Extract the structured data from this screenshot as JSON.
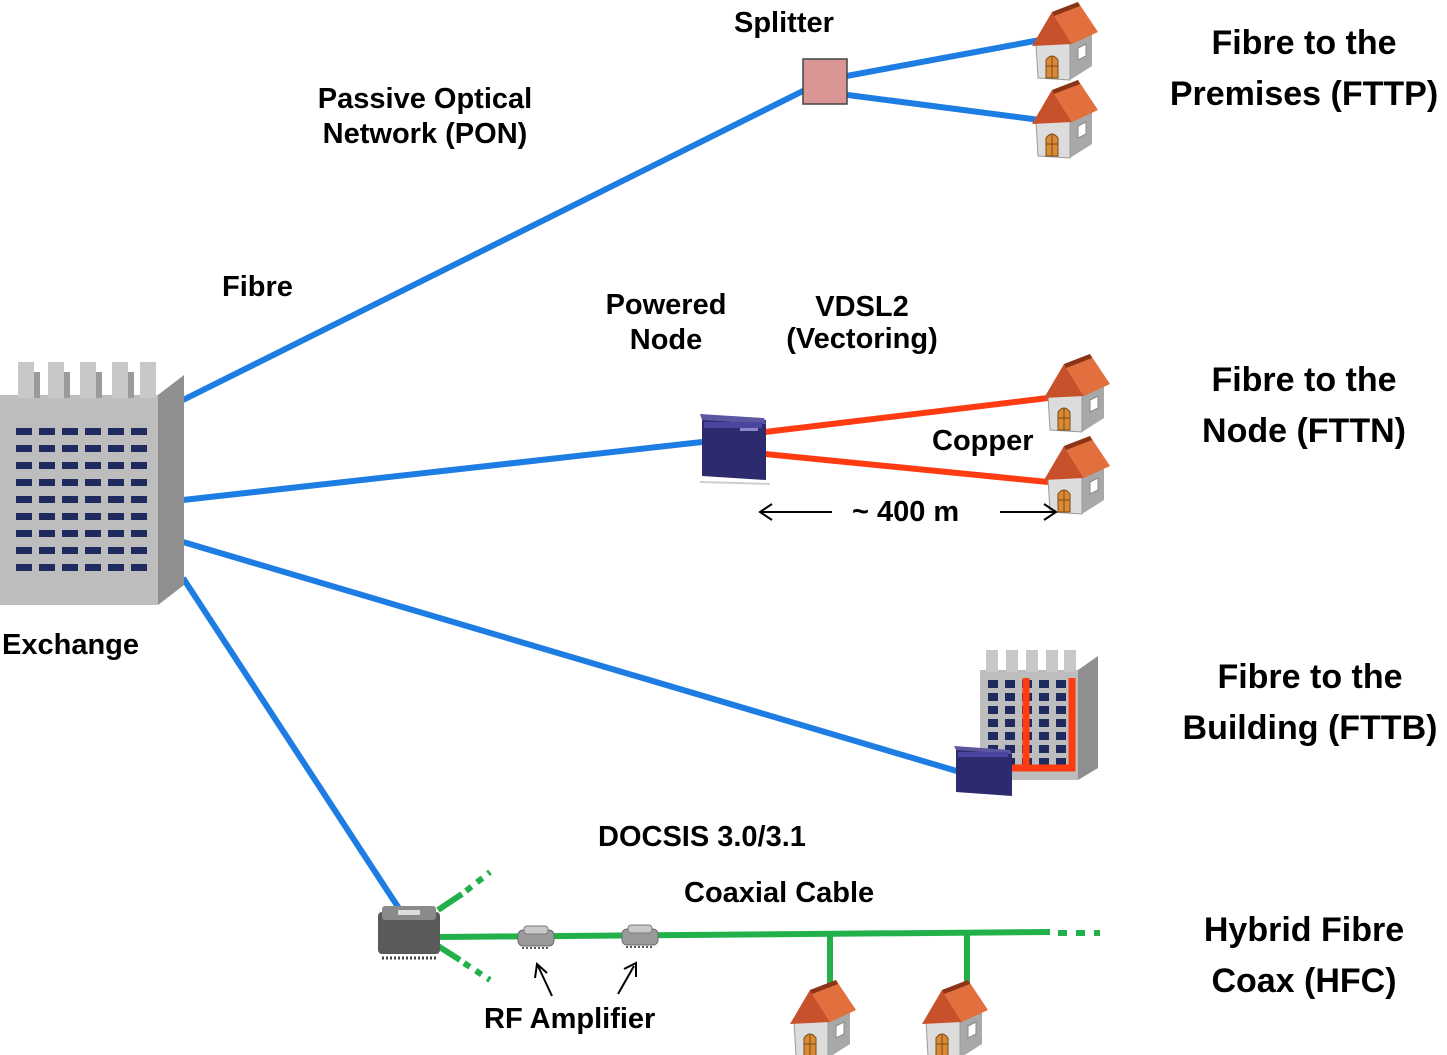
{
  "colors": {
    "fibre": "#1e7de2",
    "copper": "#ff3b12",
    "coax": "#22b04b",
    "splitter": "#d99694",
    "house_roof": "#d0582a",
    "house_wall": "#d9d9d9",
    "exchange": "#b7b7b7",
    "window": "#1f2a5e"
  },
  "labels": {
    "splitter": "Splitter",
    "pon_line1": "Passive Optical",
    "pon_line2": "Network (PON)",
    "fibre": "Fibre",
    "exchange": "Exchange",
    "powered_node_line1": "Powered",
    "powered_node_line2": "Node",
    "vdsl2_line1": "VDSL2",
    "vdsl2_line2": "(Vectoring)",
    "copper": "Copper",
    "distance": "~ 400 m",
    "docsis": "DOCSIS 3.0/3.1",
    "coax_cable": "Coaxial Cable",
    "rf_amplifier": "RF Amplifier"
  },
  "categories": {
    "fttp_line1": "Fibre to the",
    "fttp_line2": "Premises (FTTP)",
    "fttn_line1": "Fibre to the",
    "fttn_line2": "Node (FTTN)",
    "fttb_line1": "Fibre to the",
    "fttb_line2": "Building (FTTB)",
    "hfc_line1": "Hybrid Fibre",
    "hfc_line2": "Coax (HFC)"
  },
  "icons": [
    "exchange-building-icon",
    "house-icon",
    "node-cabinet-icon",
    "apartment-building-icon",
    "fibre-node-icon",
    "rf-amplifier-icon",
    "splitter-icon",
    "arrow-icon"
  ]
}
